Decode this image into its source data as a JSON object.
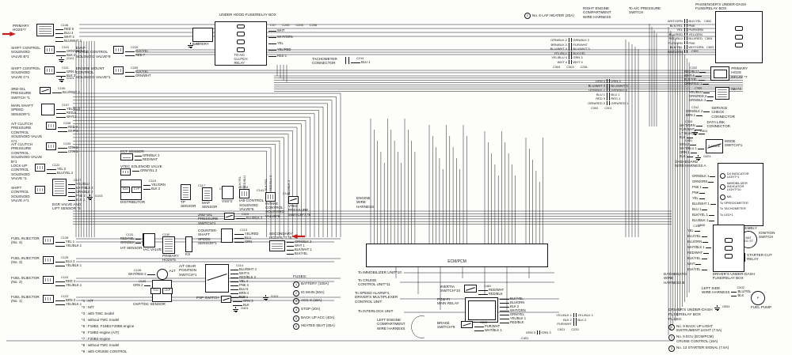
{
  "colors": {
    "highlight": "#c42020",
    "ink": "#161616"
  },
  "ecm": {
    "label": "ECM/PCM"
  },
  "components": [
    {
      "id": "primary-ho2s",
      "label": "PRIMARY\nHO2S*7",
      "conn": "C146",
      "wires": [
        "RED 5",
        "BLU 4",
        "WHT 4",
        "BLU/WHT 3"
      ],
      "sym": "pins"
    },
    {
      "id": "shift-sol-b",
      "label": "SHIFT CONTROL\nSOLENOID\nVALVE B*1",
      "conn": "C110",
      "wires": [
        "GRN/WHT 2",
        "BLK 2"
      ],
      "sym": "coil"
    },
    {
      "id": "evap-purge-sol",
      "label": "EVAP\nPURGE CONTROL\nSOLENOID VALVE*9",
      "conn": "C210",
      "wires": [
        "BLK/YEL",
        "RED 7"
      ],
      "sym": "coil"
    },
    {
      "id": "shift-sol-c",
      "label": "SHIFT CONTROL\nSOLENOID\nVALVE C*1",
      "conn": "C111",
      "wires": [
        "GRN 4",
        "BLK 2"
      ],
      "sym": "coil"
    },
    {
      "id": "engine-mount-sol",
      "label": "ENGINE MOUNT\nCONTROL\nSOLENOID VALVE*1",
      "conn": "C209",
      "wires": [
        "BLK/YEL",
        "GRN/WHT"
      ],
      "sym": "coil"
    },
    {
      "id": "third-oil-pressure-sw",
      "label": "3RD-OIL\nPRESSURE\nSWITCH *1",
      "conn": "C106",
      "wires": [
        "BLU/WHT 2"
      ],
      "sym": "sw"
    },
    {
      "id": "main-shaft-speed-sensor",
      "label": "MAIN SHAFT\nSPEED SENSOR*1",
      "conn": "C107",
      "wires": [
        "YEL/BLU",
        "RED 5",
        "WHT 7"
      ],
      "sym": "plain"
    },
    {
      "id": "at-clutch-a-sol",
      "label": "A/T CLUTCH\nPRESSURE\nCONTROL\nSOLENOID VALVE A*1",
      "conn": "C108",
      "wires": [
        "RED 4",
        "WHT 2"
      ],
      "sym": "coil"
    },
    {
      "id": "at-clutch-b-sol",
      "label": "A/T CLUTCH\nPRESSURE\nCONTROL\nSOLENOID VALVE B*1",
      "conn": "C109",
      "wires": [
        "GRN 2",
        "GRN 1"
      ],
      "sym": "coil"
    },
    {
      "id": "lockup-sol",
      "label": "LOCK-UP\nCONTROL\nSOLENOID\nVALVE *1",
      "conn": "C122",
      "wires": [
        "YEL 3",
        "BLU/YEL 2"
      ],
      "sym": "coil"
    },
    {
      "id": "shift-sol-a",
      "label": "SHIFT\nCONTROL\nSOLENOID\nVALVE A*1",
      "sym": "coil"
    },
    {
      "id": "egr-valve",
      "label": "EGR VALVE AND\nLIFT SENSOR *3",
      "conn": "C127",
      "wires": [
        "YEL/BLU",
        "WHT/BLK 2",
        "GRN/BLK 2",
        "PNK 2",
        "BLK 1"
      ],
      "sym": "pins",
      "lpos": "bottom"
    },
    {
      "id": "fuel-injector-4",
      "label": "FUEL INJECTOR\n(No. 4)",
      "conn": "C126",
      "wires": [
        "YEL 1",
        "YEL/BLK 1"
      ],
      "sym": "coil"
    },
    {
      "id": "fuel-injector-3",
      "label": "FUEL INJECTOR\n(No. 3)",
      "conn": "C125",
      "wires": [
        "BLU 2",
        "YEL/BLK 1"
      ],
      "sym": "coil"
    },
    {
      "id": "fuel-injector-2",
      "label": "FUEL INJECTOR\n(No. 2)",
      "conn": "C124",
      "wires": [
        "RED 3",
        "YEL/BLK 1"
      ],
      "sym": "coil"
    },
    {
      "id": "fuel-injector-1",
      "label": "FUEL INJECTOR\n(No. 1)",
      "conn": "C123",
      "wires": [
        "BRN 3",
        "YEL/BLK 1"
      ],
      "sym": "coil"
    },
    {
      "id": "footnotes",
      "items": [
        [
          "",
          "*1 : A/T"
        ],
        [
          "",
          "*2 : M/T"
        ],
        [
          "",
          "*3 : with TWC model"
        ],
        [
          "",
          "*4 : without TWC model"
        ],
        [
          "",
          "*5 : F18B2, F18B3 F20B6 engine"
        ],
        [
          "",
          "*6 : F18B2 engine (A/T)"
        ],
        [
          "",
          "*7 : F20B4 engine"
        ],
        [
          "",
          "*8 : without TWC model"
        ],
        [
          "",
          "*9 : with CRUISE CONTROL"
        ]
      ]
    },
    {
      "id": "ect-sensor",
      "label": "ECT SENSOR",
      "wires": [
        "GRN/BLK 2",
        "RED/WHT"
      ],
      "sym": "pins",
      "lpos": "top"
    },
    {
      "id": "vtec-solenoid-valve",
      "label": "VTEC SOLENOID VALVE",
      "wires": [
        "GRN/YEL 3"
      ],
      "sym": "coil",
      "lpos": "top"
    },
    {
      "id": "distributor",
      "label": "DISTRIBUTOR",
      "inner": [
        "ICM",
        "CYP"
      ],
      "conn": "C119",
      "wires": [
        "YEL/GRN",
        "BLK 2"
      ],
      "lpos": "bottom"
    },
    {
      "id": "tp-sensor",
      "label": "TP\nSENSOR",
      "conn": "C117",
      "sym": "pins",
      "lpos": "bottom"
    },
    {
      "id": "map-sensor",
      "label": "MAP\nSENSOR",
      "conn": "C116",
      "sym": "pins",
      "lpos": "bottom"
    },
    {
      "id": "vss",
      "label": "VSS*2",
      "conn": "C118",
      "sym": "plain",
      "lpos": "bottom"
    },
    {
      "id": "iab-control-sol",
      "label": "IAB CONTROL\nSOLENOID\nVALVE*5",
      "conn": "C141",
      "vwires": [
        "BLK/YEL",
        "RED/BLU"
      ],
      "sym": "coil",
      "lpos": "bottom"
    },
    {
      "id": "intake-control-sol",
      "label": "INTAKE\nCONTROL\nSOLENOID\nVALVE*6",
      "conn": "C142",
      "vwires": [
        "BLK/YEL",
        "RED/BLU 3"
      ],
      "sym": "coil",
      "lpos": "bottom"
    },
    {
      "id": "vtec-pressure-sw",
      "label": "VTEC\nPRESSURE\nSWITCH*7,*8",
      "vwires": [
        "BLU/BLK 3"
      ],
      "sym": "sw",
      "lpos": "bottom"
    },
    {
      "id": "second-oil-pressure-sw",
      "label": "2ND-OIL\nPRESSURE\nSWITCH*1",
      "conn": "C115",
      "wires": [
        "BLU/BLK 2"
      ],
      "sym": "sw"
    },
    {
      "id": "countershaft-speed-sensor",
      "label": "COUNTER-\nSHAFT\nSPEED\nSENSOR*1",
      "conn": "C113",
      "wires": [
        "YEL/RED",
        "BLU",
        "GRN"
      ],
      "sym": "plain"
    },
    {
      "id": "secondary-ho2s",
      "label": "SECONDARY\nHO2S*6,*7,*8",
      "wires": [
        "GRN/BLK 2",
        "WHT 1",
        "BLK/WHT 1",
        "BLK/YEL"
      ],
      "sym": "pins",
      "lpos": "top"
    },
    {
      "id": "iat-sensor",
      "label": "IAT SENSOR",
      "conn": "C131",
      "wires": [
        "RED/YEL",
        "GRN/BLK"
      ],
      "sym": "pins",
      "lpos": "bottom",
      "side": "left"
    },
    {
      "id": "iac-valve",
      "label": "IAC VALVE",
      "conn": "C130",
      "sym": "plain",
      "lpos": "bottom"
    },
    {
      "id": "primary-ho2s-5",
      "label": "PRIMARY\nHO2S*5",
      "sym": "pins",
      "lpos": "bottom"
    },
    {
      "id": "knock-sensor",
      "label": "KS",
      "sym": "plain",
      "lpos": "bottom"
    },
    {
      "id": "alternator",
      "label": "ALT",
      "conn": "C128",
      "wires": [
        "WHT/RED 2"
      ],
      "sym": "circle",
      "side": "left"
    },
    {
      "id": "ckp-tdc-sensor",
      "label": "CKP/TDC SENSOR",
      "inner": [
        "TDC",
        "CKP"
      ],
      "conn": "C129",
      "wires": [
        "GRN 2"
      ],
      "lpos": "bottom",
      "side": "left"
    },
    {
      "id": "at-gear-position-sw",
      "label": "A/T GEAR\nPOSITION\nSWITCH*1",
      "conn": "C114",
      "wires": [
        "BLU/WHT 4",
        "WHT 6",
        "RED/BLK 3",
        "YEL 4",
        "PNK 3",
        "BLU 6",
        "BRN 4",
        "BLK 1"
      ],
      "sym": "sw"
    },
    {
      "id": "psp-switch",
      "label": "PSP SWITCH",
      "conn": "C422",
      "wires": [
        "GRN 3",
        "BLK"
      ],
      "sym": "sw"
    },
    {
      "id": "underhood-fuse-list",
      "header": "FUSES:",
      "items": [
        [
          "1",
          "BATTERY (100A)"
        ],
        [
          "2",
          "IG MAIN (50A)"
        ],
        [
          "3",
          "ACG S (15A)"
        ],
        [
          "4",
          "STOP (20A)"
        ],
        [
          "5",
          "BACK UP ACC (40A)"
        ],
        [
          "6",
          "HEATED SEAT (30A)"
        ]
      ]
    },
    {
      "id": "ecm-pcm",
      "label": "ECM/PCM"
    },
    {
      "id": "engine-wire-harness",
      "label": "ENGINE\nWIRE\nHARNESS"
    },
    {
      "id": "to-immobilizer",
      "label": "To IMMOBILIZER UNIT*10"
    },
    {
      "id": "to-cruise",
      "label": "To CRUISE\nCONTROL UNIT*11"
    },
    {
      "id": "to-speed-alarm",
      "label": "To SPEED ALARM*4,\nDRIVER'S MULTIPLEXER\nCONTROL UNIT"
    },
    {
      "id": "to-interlock",
      "label": "To INTERLOCK UNIT"
    },
    {
      "id": "left-eng-compartment-harness",
      "label": "LEFT ENGINE\nCOMPARTMENT\nWIRE HARNESS"
    },
    {
      "id": "inertia-switch",
      "label": "INERTIA\nSWITCH*10",
      "conn": "C481",
      "w2ires": [],
      "wires": [
        "RED/WHT",
        "RED/BLK"
      ],
      "sym": "sw"
    },
    {
      "id": "pgm-fi-main-relay",
      "label": "PGM-FI\nMAIN RELAY",
      "wires": [
        "BLK/YEL",
        "BLU/ORN",
        "BLK 2",
        "WHT/GRN",
        "GRN/YEL",
        "YEL/BLK 1",
        "RED/BLK"
      ],
      "sym": "relay"
    },
    {
      "id": "brake-switch",
      "label": "BRAKE\nSWITCH*9",
      "conn": "C805",
      "wires": [
        "PUR/WHT",
        "WHT/BLK 1"
      ],
      "sym": "sw"
    },
    {
      "id": "c401-joint",
      "pairs": [
        [
          "GRN 3",
          "GRN 3"
        ]
      ],
      "conns": [
        "C401"
      ]
    },
    {
      "id": "underhood-fuse-box",
      "label": "UNDER HOOD FUSE/RELAY BOX",
      "note": "TO A/C\nCLUTCH\nRELAY",
      "battery_label": "BATTERY",
      "wires": [
        "WHT",
        "WHT/GRN",
        "YEL",
        "YEL/RED",
        "RED 1"
      ],
      "conns": [
        "C57",
        "C205",
        "C206",
        "C208"
      ]
    },
    {
      "id": "tachometer-connector",
      "label": "TACHOMETER\nCONNECTOR",
      "conn": "C214",
      "wires": [
        "BLU 1"
      ],
      "sym": "conn2"
    },
    {
      "id": "laf-heater-note",
      "num": "2",
      "label": "No. 6  LAF HEATER (20A)"
    },
    {
      "id": "right-eng-compartment-harness",
      "label": "RIGHT ENGINE\nCOMPARTMENT\nWIRE HARNESS"
    },
    {
      "id": "to-ac-pressure-switch",
      "label": "To A/C PRESSURE\nSWITCH"
    },
    {
      "id": "conn-c304-block",
      "pairs": [
        [
          "GRN/BLK 2",
          "GRN/BLK 2"
        ],
        [
          "BRN/BLK 2",
          "PUR/WHT"
        ],
        [
          "BLU/WHT 3",
          "BLU/WHT 3"
        ],
        [
          "YEL/BLU",
          "BLK/YEL"
        ],
        [
          "YEL/BLU 4",
          "GRN 3"
        ],
        [
          "WHT 4",
          "WHT 4"
        ]
      ],
      "conns": [
        "C304",
        "C303",
        "C281"
      ]
    },
    {
      "id": "conn-c302-block",
      "pairs": [
        [
          "GRN 3",
          "GRN 3"
        ],
        [
          "BLU/WHT 3",
          "BLU/WHT 3"
        ],
        [
          "GRN/BLK 2",
          "GRN/BLK 2"
        ],
        [
          "BLU 1",
          "BLU 1"
        ],
        [
          "RED 3",
          "RED 1"
        ],
        [
          "GRN/RED 3",
          "GRN/RED 1"
        ]
      ],
      "conns": [
        "C302",
        "C201"
      ]
    },
    {
      "id": "passenger-fuse-box",
      "label": "PASSENGER'S UNDER-DASH\nFUSE/RELAY BOX",
      "pairs": [
        [
          "WHT/GRN",
          "BLK/YEL",
          "C802"
        ],
        [
          "BLK/YEL",
          "PNK",
          ""
        ],
        [
          "YEL",
          "PUR/GRN",
          ""
        ],
        [
          "BLU/RED",
          "YEL/GRN",
          ""
        ],
        [
          "RED/BLU",
          "BLU/RED",
          "C804"
        ],
        [
          "PUR/GRN",
          "PNK",
          ""
        ],
        [
          "BLK/YEL",
          "WHT/GRN",
          "C803"
        ],
        [
          "WHT/GRN",
          "",
          "C801"
        ]
      ]
    },
    {
      "id": "primary-ho2s-relay",
      "label": "PRIMARY\nHO2S\nRELAY *7",
      "conn": "C202",
      "wires": [
        "RED/BLU",
        "WHT 4",
        "BLK/YEL",
        "GRN/RED 1"
      ],
      "sym": "relay",
      "side": "left"
    },
    {
      "id": "ima",
      "label": "IMA*4",
      "conn": "C305",
      "wires": [
        "YEL/BLU",
        "GRN/RED 2",
        "GRN/BLK 2"
      ],
      "sym": "pins",
      "side": "left"
    },
    {
      "id": "service-check-connector",
      "label": "SERVICE\nCHECK\nCONNECTOR",
      "conn": "C312",
      "wires": [
        "GRN/BLK 2",
        "BRN 1"
      ],
      "side": "left"
    },
    {
      "id": "data-link-connector",
      "label": "DATA LINK\nCONNECTOR",
      "conn": "C313",
      "wires": [
        "WHT/GRN",
        "PUR/WHT",
        "LT BLU/GRY",
        "BLK"
      ],
      "side": "left"
    },
    {
      "id": "mode-switch",
      "label": "MODE\nSWITCH*1",
      "conn": "C451",
      "boxText": "S-MODE",
      "wires": [
        "BRN 2",
        "WHT/BLU 1",
        "ORN 1",
        "BLK"
      ],
      "sym": "sw",
      "side": "left"
    },
    {
      "id": "dashboard-harness-a",
      "label": "DASHBOARD\nWIRE HARNESS A"
    },
    {
      "id": "gauge-assembly",
      "label": "GAUGE ASSEMBLY",
      "conn": "C806",
      "items": [
        [
          "b",
          "D4 INDICATOR\nLIGHT*1"
        ],
        [
          "b",
          "IMMOBILIZER\nINDICATOR\nLIGHT*10"
        ],
        [
          "b",
          "MIL"
        ],
        [
          "",
          "To SPEEDOMETER"
        ],
        [
          "",
          "To TACHOMETER"
        ],
        [
          "",
          "To LED*1"
        ]
      ],
      "wires": [
        "GRN/BLK 1",
        "GRN/ORN",
        "PNK 1",
        "PNK",
        "YEL",
        "BLU/WHT 1",
        "BLU 1",
        "BLK/YEL 1",
        "BLU/BLK 1"
      ]
    },
    {
      "id": "ignition-switch",
      "label": "IGNITION\nSWITCH",
      "boxText": "BAT\nIG1 ST",
      "sym": "circle",
      "side": "left"
    },
    {
      "id": "starter-cut-relay",
      "label": "STARTER CUT\nRELAY",
      "sym": "relay",
      "side": "left"
    },
    {
      "id": "drivers-fuse-box",
      "label": "DRIVER'S UNDER-DASH\nFUSE/RELAY BOX",
      "conn": "C310",
      "wires": [
        "YEL",
        "BLU/YEL",
        "BLU/ORN",
        "WHT/BLK 1",
        "RED/WHT",
        "BLK/YEL",
        "WHT",
        "BLK/YEL"
      ]
    },
    {
      "id": "left-side-harness",
      "label": "LEFT SIDE\nWIRE HARNESS",
      "conn": "C502",
      "wires": [
        "BLU/YEL",
        "BLK"
      ]
    },
    {
      "id": "fuel-pump",
      "label": "FUEL PUMP",
      "boxText": "P",
      "sym": "circle",
      "lpos": "bottom"
    },
    {
      "id": "dashboard-harness-b",
      "label": "DASHBOARD\nWIRE\nHARNESS B"
    },
    {
      "id": "drivers-fuse-list",
      "header": "DRIVER'S UNDER-DASH\nFUSE/RELAY BOX\nFUSES:",
      "items": [
        [
          "1",
          "No. 9  BACK UP LIGHT\nINSTRUMENT LIGHT (7.5A)"
        ],
        [
          "2",
          "No. 6  ECU (ECM/PCM)\nCRUISE CONTROL (15A)"
        ],
        [
          "3",
          "No. 13  STARTER SIGNAL (7.5A)"
        ]
      ]
    },
    {
      "id": "conn-c621-block",
      "pairs": [
        [
          "YEL/BLK 1",
          "YEL/BLK 1"
        ],
        [
          "BLK 2",
          "BLK 2"
        ],
        [
          "PUR/WHT",
          ""
        ]
      ],
      "conns": [
        "C621",
        "C233"
      ]
    },
    {
      "id": "pointer-primary",
      "sym": "arrow",
      "dir": "r"
    },
    {
      "id": "pointer-secondary",
      "sym": "arrow",
      "dir": "l"
    },
    {
      "id": "gnd-g1",
      "sym": "gnd",
      "label": "G1"
    },
    {
      "id": "gnd-g101-a",
      "sym": "gnd",
      "label": "G101"
    },
    {
      "id": "gnd-g101-b",
      "sym": "gnd",
      "label": "G101"
    },
    {
      "id": "gnd-g103",
      "sym": "gnd",
      "label": "G103"
    },
    {
      "id": "gnd-g101-c",
      "sym": "gnd",
      "label": "G101"
    },
    {
      "id": "gnd-g401-a",
      "sym": "gnd",
      "label": "G401"
    },
    {
      "id": "gnd-g501",
      "sym": "gnd",
      "label": "G501"
    },
    {
      "id": "gnd-g401-b",
      "sym": "gnd",
      "label": "G401"
    },
    {
      "id": "gnd-g551",
      "sym": "gnd",
      "label": "G551"
    }
  ]
}
